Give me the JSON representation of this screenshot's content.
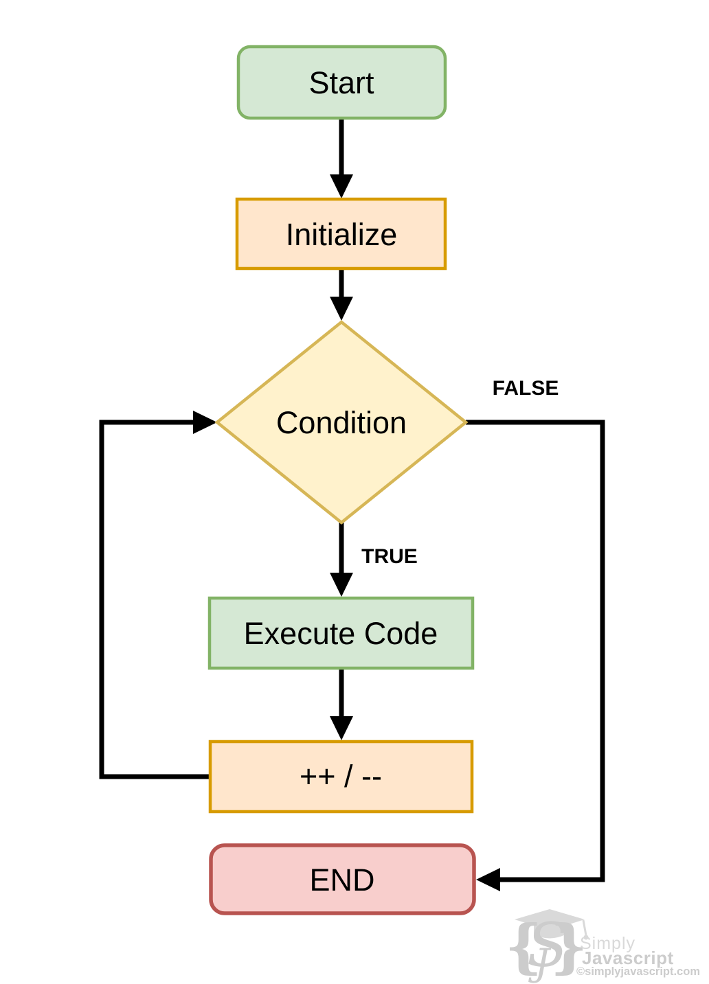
{
  "colors": {
    "green_fill": "#d5e8d4",
    "green_stroke": "#82b366",
    "orange_fill": "#ffe6cc",
    "orange_stroke": "#d79b00",
    "yellow_fill": "#fff2cc",
    "yellow_stroke": "#d6b656",
    "red_fill": "#f8cecc",
    "red_stroke": "#b85450",
    "line_color": "#000000",
    "label_color": "#000000",
    "wm_light": "#d9d9d9",
    "wm_mid": "#cccccc"
  },
  "nodes": {
    "start": {
      "label": "Start"
    },
    "initialize": {
      "label": "Initialize"
    },
    "condition": {
      "label": "Condition"
    },
    "execute": {
      "label": "Execute Code"
    },
    "increment": {
      "label": "++ / --"
    },
    "end": {
      "label": "END"
    }
  },
  "edges": {
    "false_label": "FALSE",
    "true_label": "TRUE"
  },
  "watermark": {
    "brace_left": "{",
    "brace_right": "}",
    "monogram_s": "S",
    "monogram_j": "J",
    "name_line1": "Simply",
    "name_line2": "Javascript",
    "site": "©simplyjavascript.com"
  }
}
